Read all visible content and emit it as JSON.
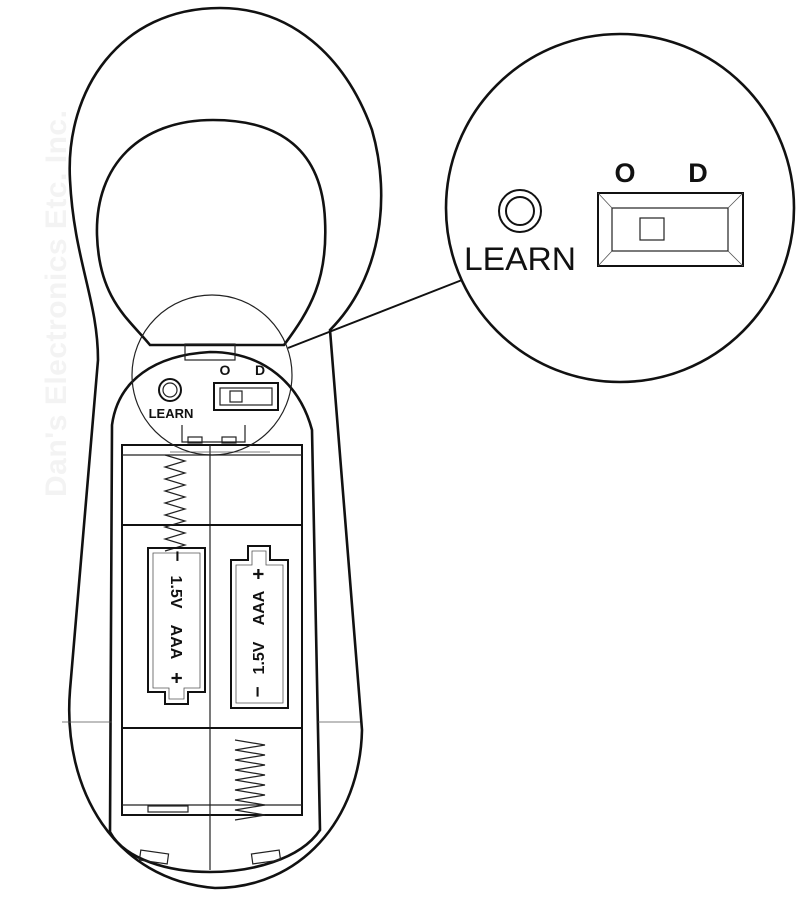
{
  "watermark": "Dan's Electronics Etc. Inc.",
  "labels": {
    "learn_small": "LEARN",
    "learn_large": "LEARN",
    "switch_o_small": "O",
    "switch_d_small": "D",
    "switch_o_large": "O",
    "switch_d_large": "D"
  },
  "batteries": {
    "left": {
      "voltage": "1.5V",
      "type": "AAA",
      "neg": "−",
      "pos": "+"
    },
    "right": {
      "voltage": "1.5V",
      "type": "AAA",
      "neg": "−",
      "pos": "+"
    }
  }
}
